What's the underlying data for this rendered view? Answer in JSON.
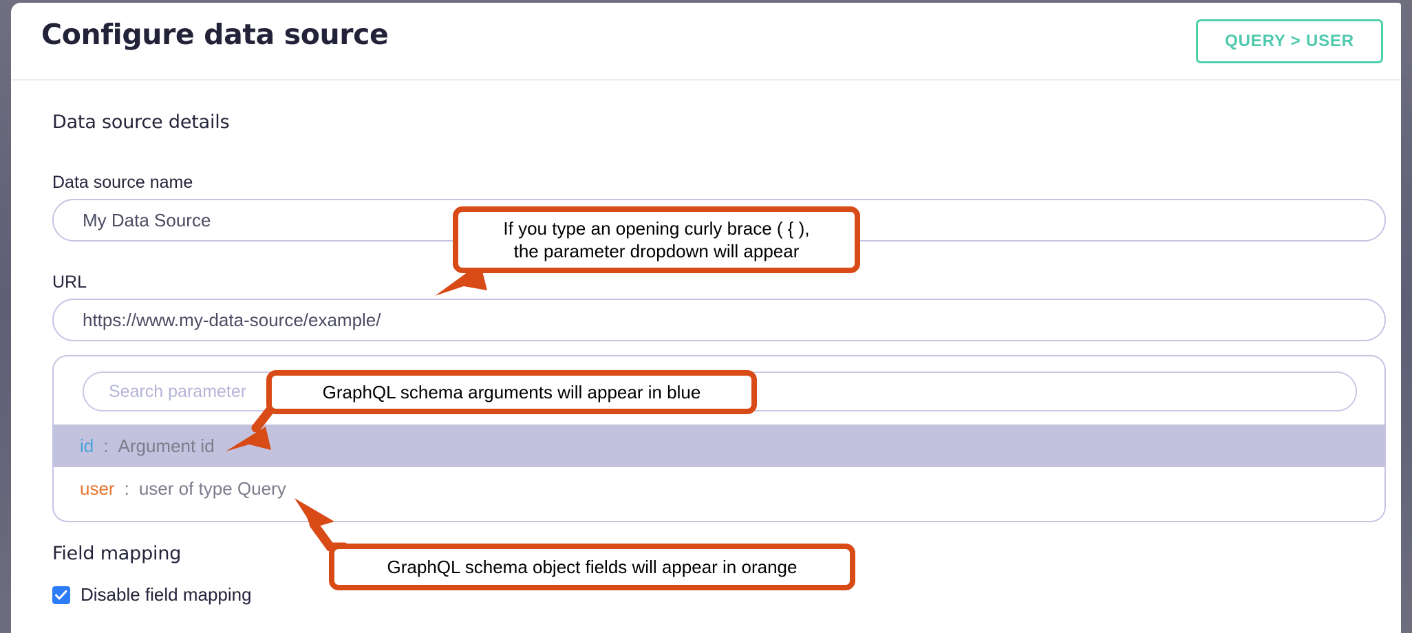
{
  "header": {
    "title": "Configure data source",
    "action_button": {
      "label": "QUERY > USER",
      "accent_color": "#4ed0ab"
    }
  },
  "sections": {
    "details": {
      "title": "Data source details",
      "fields": [
        {
          "label": "Data source name",
          "value": "My Data Source"
        },
        {
          "label": "URL",
          "value": "https://www.my-data-source/example/"
        }
      ]
    },
    "mapping": {
      "title": "Field mapping",
      "checkbox": {
        "label": "Disable field mapping",
        "checked": true,
        "color": "#2b7cf6"
      }
    }
  },
  "parameter_dropdown": {
    "search": {
      "placeholder": "Search parameter",
      "value": ""
    },
    "options": [
      {
        "key": "id",
        "separator": ":",
        "description": "Argument id",
        "kind": "argument",
        "color": "#4ba3db",
        "selected": true
      },
      {
        "key": "user",
        "separator": ":",
        "description": "user of type Query",
        "kind": "object-field",
        "color": "#e8732e",
        "selected": false
      }
    ],
    "selected_row_color": "#c2c2de"
  },
  "annotations": {
    "accent_color": "#d84a16",
    "callouts": [
      {
        "id": "curly-brace",
        "line1": "If you type an opening curly brace ( { ),",
        "line2": "the parameter dropdown will appear"
      },
      {
        "id": "arguments-blue",
        "text": "GraphQL schema arguments will appear in blue"
      },
      {
        "id": "object-fields-orange",
        "text": "GraphQL schema object fields will appear in orange"
      }
    ]
  }
}
